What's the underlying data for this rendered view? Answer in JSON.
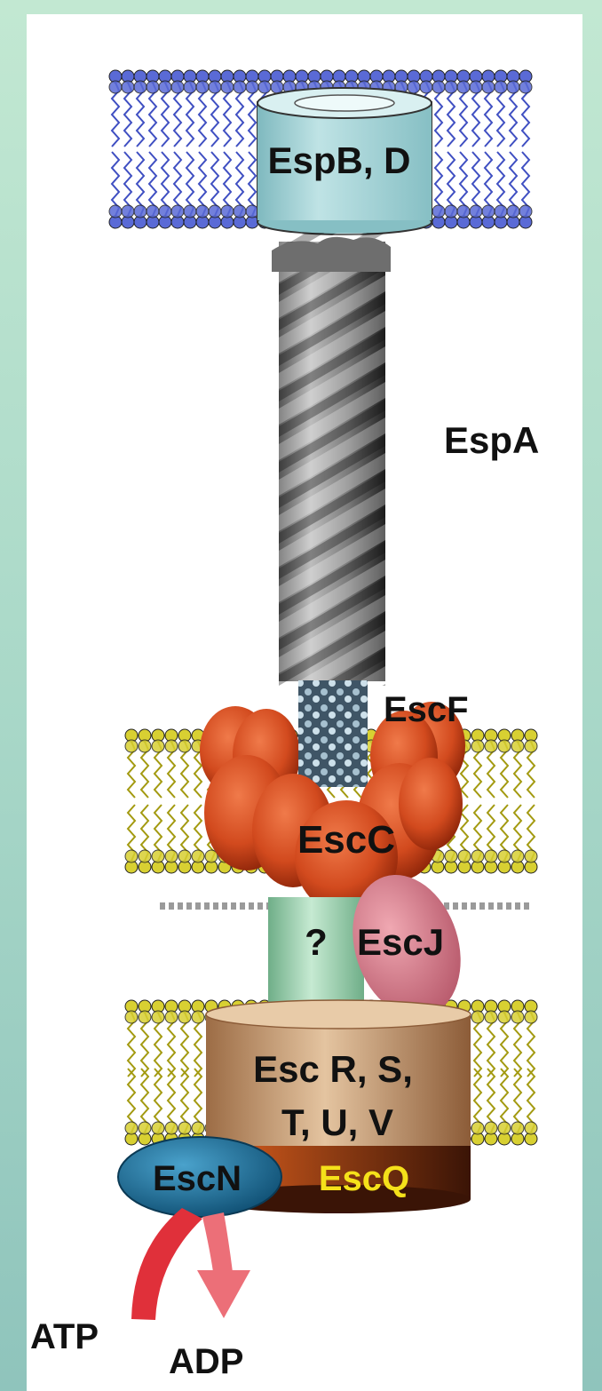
{
  "labels": {
    "espbd": "EspB, D",
    "espa": "EspA",
    "escf": "EscF",
    "escc": "EscC",
    "question": "?",
    "escj": "EscJ",
    "escrs_line1": "Esc R, S,",
    "escrs_line2": "T, U, V",
    "escn": "EscN",
    "escq": "EscQ",
    "atp": "ATP",
    "adp": "ADP"
  },
  "colors": {
    "background": "#b6e0cf",
    "panel": "#ffffff",
    "host_membrane": "#3f4fc2",
    "espbd_pore": "#a9d6d8",
    "espa_filament": "#8a8a8a",
    "escf_needle": "#5f7f94",
    "bacterial_membrane": "#c9c11e",
    "escc_secretin": "#d24a1e",
    "inner_rod": "#9fd6b0",
    "escj_ring": "#d57c8c",
    "export_apparatus": "#c89b6a",
    "escn_atpase": "#1e6f9c",
    "escq_ring": "#8a3a12",
    "escq_text": "#f5e11a",
    "atp_arrow": "#e0303a",
    "adp_arrow": "#ec6f78"
  }
}
